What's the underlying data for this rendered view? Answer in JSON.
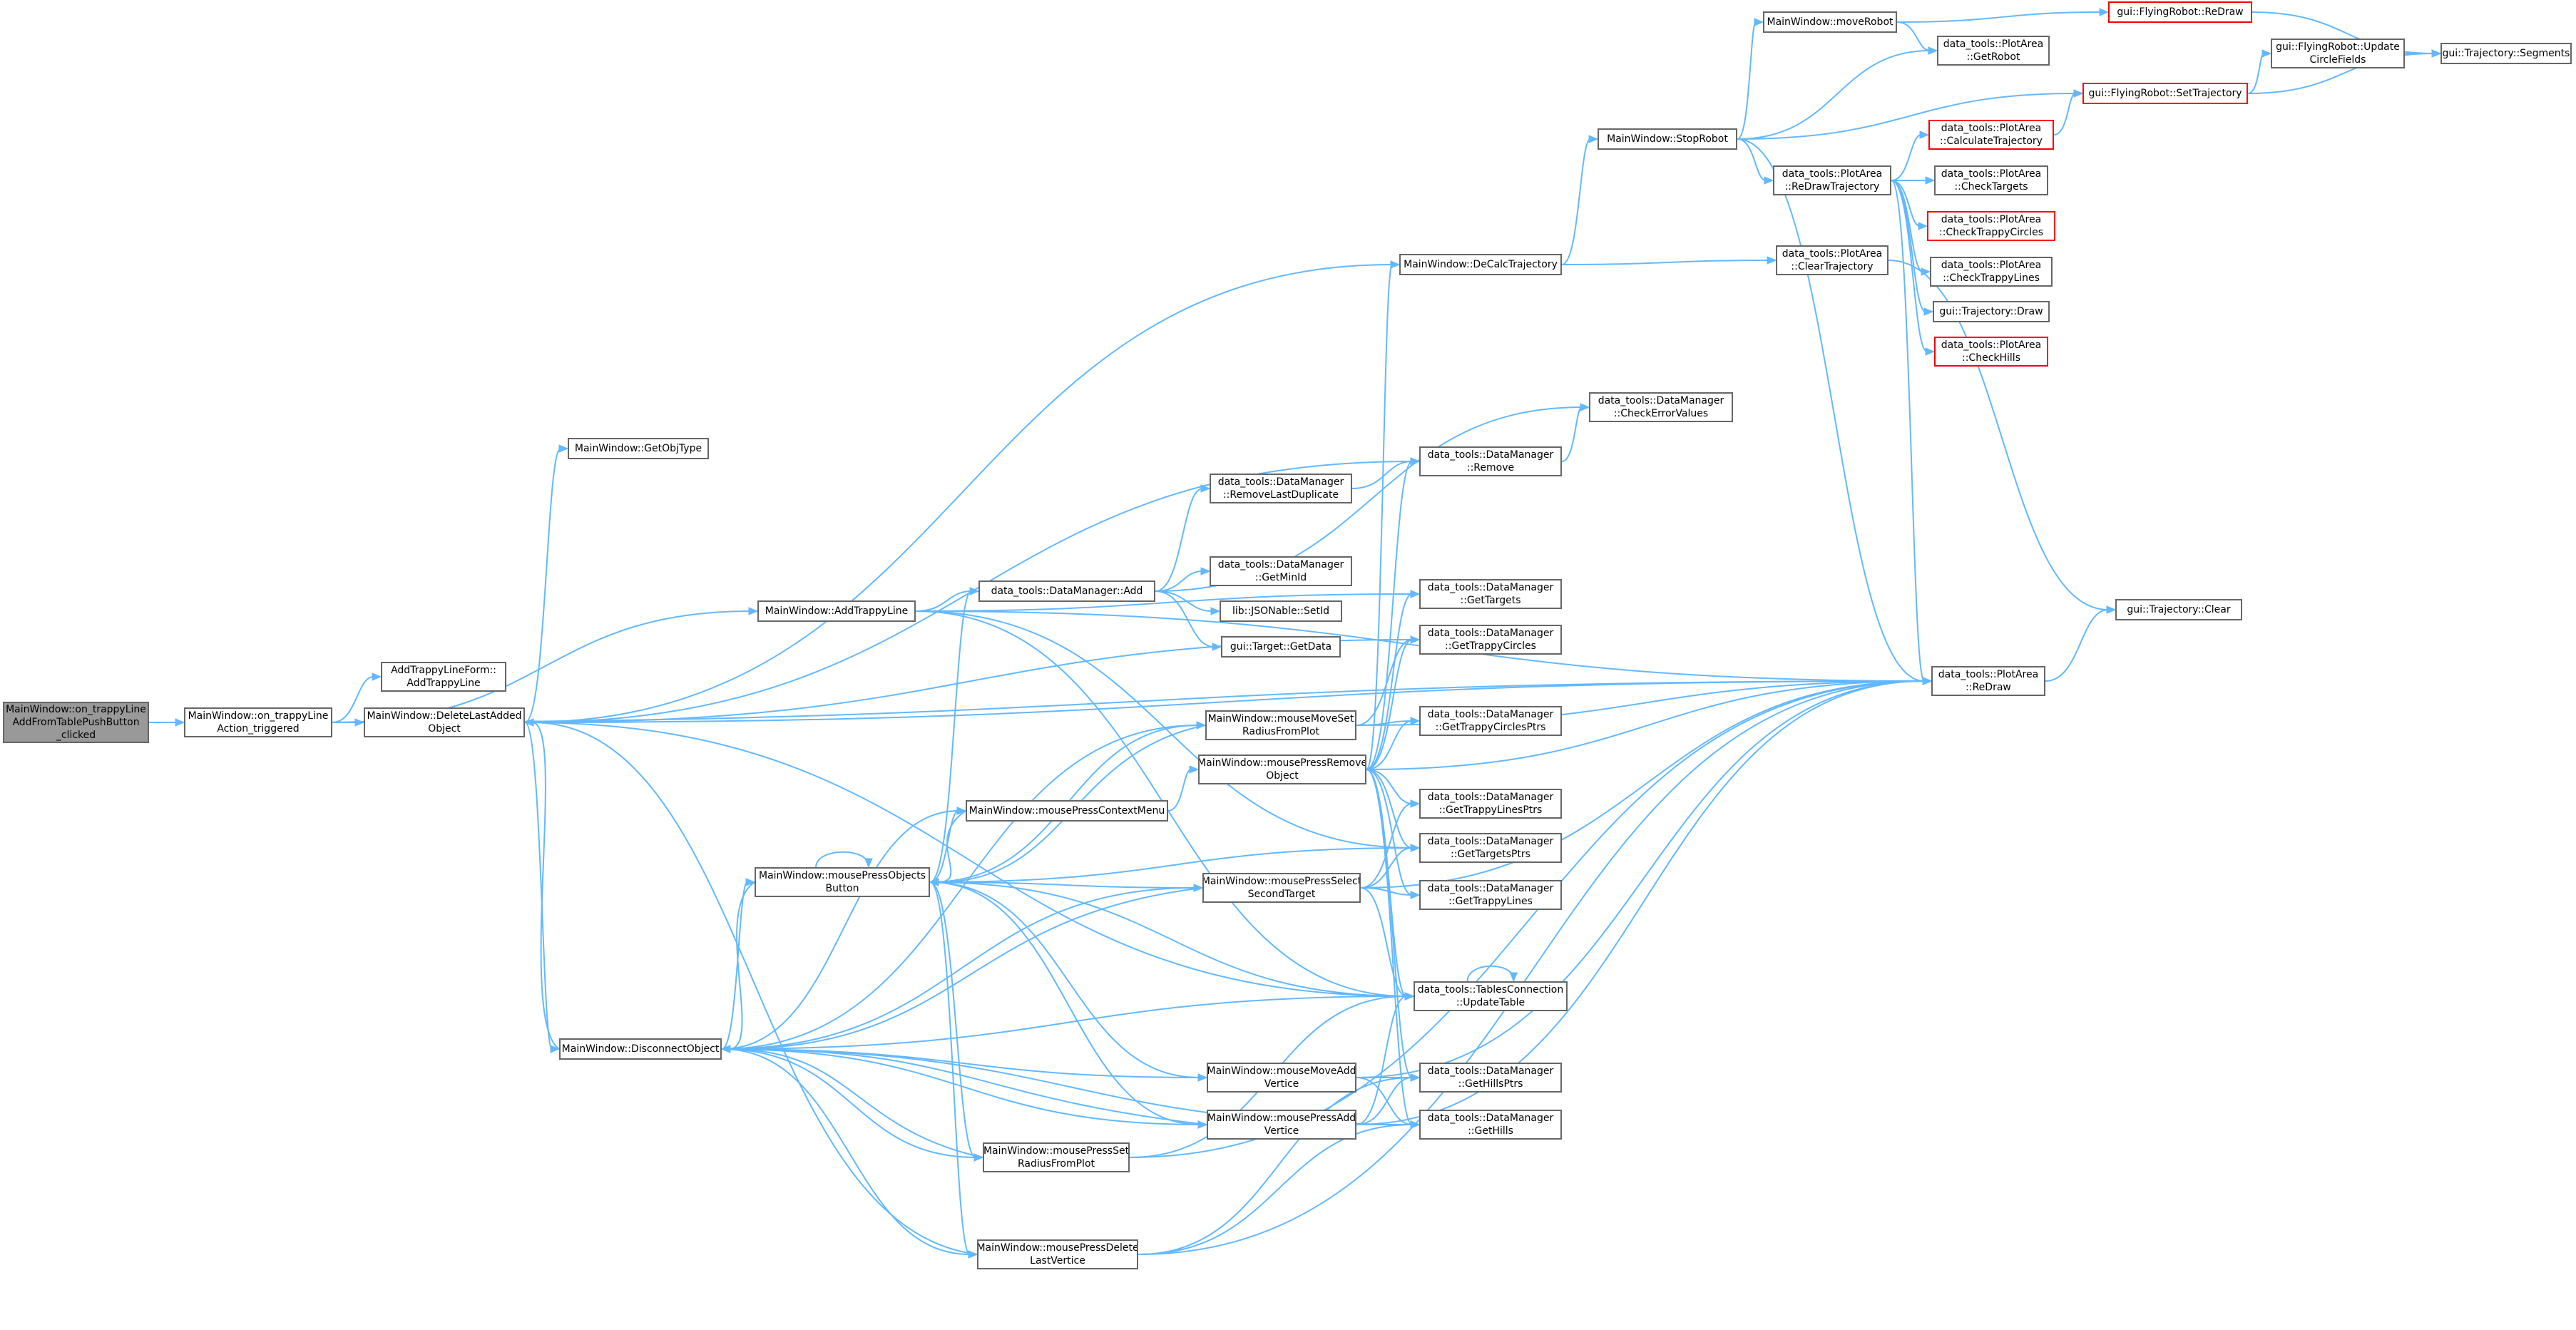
{
  "colors": {
    "edge": "#63b8ff",
    "node_border": "#666666",
    "node_fill": "#ffffff",
    "root_fill": "#999999",
    "warn_border": "#ff0000"
  },
  "nodes": [
    {
      "id": "root",
      "lines": [
        "MainWindow::on_trappyLine",
        "AddFromTablePushButton",
        "_clicked"
      ],
      "style": "root"
    },
    {
      "id": "on_trappy",
      "lines": [
        "MainWindow::on_trappyLine",
        "Action_triggered"
      ]
    },
    {
      "id": "addform",
      "lines": [
        "AddTrappyLineForm::",
        "AddTrappyLine"
      ]
    },
    {
      "id": "deletelast",
      "lines": [
        "MainWindow::DeleteLastAdded",
        "Object"
      ]
    },
    {
      "id": "getobjtype",
      "lines": [
        "MainWindow::GetObjType"
      ]
    },
    {
      "id": "addtrappy",
      "lines": [
        "MainWindow::AddTrappyLine"
      ]
    },
    {
      "id": "dmadd",
      "lines": [
        "data_tools::DataManager::Add"
      ]
    },
    {
      "id": "removelastdup",
      "lines": [
        "data_tools::DataManager",
        "::RemoveLastDuplicate"
      ]
    },
    {
      "id": "getminid",
      "lines": [
        "data_tools::DataManager",
        "::GetMinId"
      ]
    },
    {
      "id": "setid",
      "lines": [
        "lib::JSONable::SetId"
      ]
    },
    {
      "id": "targetgetdata",
      "lines": [
        "gui::Target::GetData"
      ]
    },
    {
      "id": "decalc",
      "lines": [
        "MainWindow::DeCalcTrajectory"
      ]
    },
    {
      "id": "stoprobot",
      "lines": [
        "MainWindow::StopRobot"
      ]
    },
    {
      "id": "moverobot",
      "lines": [
        "MainWindow::moveRobot"
      ]
    },
    {
      "id": "getrobot",
      "lines": [
        "data_tools::PlotArea",
        "::GetRobot"
      ]
    },
    {
      "id": "frredraw",
      "lines": [
        "gui::FlyingRobot::ReDraw"
      ],
      "style": "red"
    },
    {
      "id": "frsettraj",
      "lines": [
        "gui::FlyingRobot::SetTrajectory"
      ],
      "style": "red"
    },
    {
      "id": "frupdate",
      "lines": [
        "gui::FlyingRobot::Update",
        "CircleFields"
      ]
    },
    {
      "id": "trajsegments",
      "lines": [
        "gui::Trajectory::Segments"
      ]
    },
    {
      "id": "redrawtraj",
      "lines": [
        "data_tools::PlotArea",
        "::ReDrawTrajectory"
      ]
    },
    {
      "id": "calctraj",
      "lines": [
        "data_tools::PlotArea",
        "::CalculateTrajectory"
      ],
      "style": "red"
    },
    {
      "id": "checktargets",
      "lines": [
        "data_tools::PlotArea",
        "::CheckTargets"
      ]
    },
    {
      "id": "checktrappycircles",
      "lines": [
        "data_tools::PlotArea",
        "::CheckTrappyCircles"
      ],
      "style": "red"
    },
    {
      "id": "checktrappylines",
      "lines": [
        "data_tools::PlotArea",
        "::CheckTrappyLines"
      ]
    },
    {
      "id": "trajdraw",
      "lines": [
        "gui::Trajectory::Draw"
      ]
    },
    {
      "id": "checkhills",
      "lines": [
        "data_tools::PlotArea",
        "::CheckHills"
      ],
      "style": "red"
    },
    {
      "id": "cleartraj",
      "lines": [
        "data_tools::PlotArea",
        "::ClearTrajectory"
      ]
    },
    {
      "id": "trajclear",
      "lines": [
        "gui::Trajectory::Clear"
      ]
    },
    {
      "id": "plotredraw",
      "lines": [
        "data_tools::PlotArea",
        "::ReDraw"
      ]
    },
    {
      "id": "checkerror",
      "lines": [
        "data_tools::DataManager",
        "::CheckErrorValues"
      ]
    },
    {
      "id": "dmremove",
      "lines": [
        "data_tools::DataManager",
        "::Remove"
      ]
    },
    {
      "id": "gettargets",
      "lines": [
        "data_tools::DataManager",
        "::GetTargets"
      ]
    },
    {
      "id": "gettrappycircles",
      "lines": [
        "data_tools::DataManager",
        "::GetTrappyCircles"
      ]
    },
    {
      "id": "gettrappycirclesptrs",
      "lines": [
        "data_tools::DataManager",
        "::GetTrappyCirclesPtrs"
      ]
    },
    {
      "id": "gettrappylinesptrs",
      "lines": [
        "data_tools::DataManager",
        "::GetTrappyLinesPtrs"
      ]
    },
    {
      "id": "gettargetsptrs",
      "lines": [
        "data_tools::DataManager",
        "::GetTargetsPtrs"
      ]
    },
    {
      "id": "gettrappylines",
      "lines": [
        "data_tools::DataManager",
        "::GetTrappyLines"
      ]
    },
    {
      "id": "updatetable",
      "lines": [
        "data_tools::TablesConnection",
        "::UpdateTable"
      ]
    },
    {
      "id": "gethillsptrs",
      "lines": [
        "data_tools::DataManager",
        "::GetHillsPtrs"
      ]
    },
    {
      "id": "gethills",
      "lines": [
        "data_tools::DataManager",
        "::GetHills"
      ]
    },
    {
      "id": "mousemoveset",
      "lines": [
        "MainWindow::mouseMoveSet",
        "RadiusFromPlot"
      ]
    },
    {
      "id": "mousepressremove",
      "lines": [
        "MainWindow::mousePressRemove",
        "Object"
      ]
    },
    {
      "id": "mousecontext",
      "lines": [
        "MainWindow::mousePressContextMenu"
      ]
    },
    {
      "id": "mousepressobjects",
      "lines": [
        "MainWindow::mousePressObjects",
        "Button"
      ]
    },
    {
      "id": "mouseselectsecond",
      "lines": [
        "MainWindow::mousePressSelect",
        "SecondTarget"
      ]
    },
    {
      "id": "disconnect",
      "lines": [
        "MainWindow::DisconnectObject"
      ]
    },
    {
      "id": "mousemoveadd",
      "lines": [
        "MainWindow::mouseMoveAdd",
        "Vertice"
      ]
    },
    {
      "id": "mousepressadd",
      "lines": [
        "MainWindow::mousePressAdd",
        "Vertice"
      ]
    },
    {
      "id": "mousepressset",
      "lines": [
        "MainWindow::mousePressSet",
        "RadiusFromPlot"
      ]
    },
    {
      "id": "mousepressdelete",
      "lines": [
        "MainWindow::mousePressDelete",
        "LastVertice"
      ]
    }
  ],
  "edges": [
    [
      "root",
      "on_trappy"
    ],
    [
      "on_trappy",
      "addform"
    ],
    [
      "on_trappy",
      "deletelast"
    ],
    [
      "on_trappy",
      "addtrappy"
    ],
    [
      "on_trappy",
      "plotredraw"
    ],
    [
      "deletelast",
      "getobjtype"
    ],
    [
      "deletelast",
      "decalc"
    ],
    [
      "deletelast",
      "dmremove"
    ],
    [
      "deletelast",
      "gettrappycircles"
    ],
    [
      "deletelast",
      "plotredraw"
    ],
    [
      "deletelast",
      "updatetable"
    ],
    [
      "deletelast",
      "disconnect"
    ],
    [
      "addtrappy",
      "dmadd"
    ],
    [
      "addtrappy",
      "gettargets"
    ],
    [
      "addtrappy",
      "plotredraw"
    ],
    [
      "addtrappy",
      "gettargetsptrs"
    ],
    [
      "addtrappy",
      "updatetable"
    ],
    [
      "dmadd",
      "checkerror"
    ],
    [
      "dmadd",
      "removelastdup"
    ],
    [
      "dmadd",
      "getminid"
    ],
    [
      "dmadd",
      "setid"
    ],
    [
      "dmadd",
      "targetgetdata"
    ],
    [
      "removelastdup",
      "dmremove"
    ],
    [
      "dmremove",
      "checkerror"
    ],
    [
      "decalc",
      "stoprobot"
    ],
    [
      "decalc",
      "cleartraj"
    ],
    [
      "stoprobot",
      "moverobot"
    ],
    [
      "stoprobot",
      "getrobot"
    ],
    [
      "stoprobot",
      "frsettraj"
    ],
    [
      "stoprobot",
      "redrawtraj"
    ],
    [
      "stoprobot",
      "plotredraw"
    ],
    [
      "moverobot",
      "getrobot"
    ],
    [
      "moverobot",
      "frredraw"
    ],
    [
      "frredraw",
      "trajsegments"
    ],
    [
      "frsettraj",
      "frupdate"
    ],
    [
      "frsettraj",
      "trajsegments"
    ],
    [
      "frupdate",
      "trajsegments"
    ],
    [
      "redrawtraj",
      "calctraj"
    ],
    [
      "redrawtraj",
      "checktargets"
    ],
    [
      "redrawtraj",
      "checktrappycircles"
    ],
    [
      "redrawtraj",
      "checktrappylines"
    ],
    [
      "redrawtraj",
      "trajdraw"
    ],
    [
      "redrawtraj",
      "checkhills"
    ],
    [
      "redrawtraj",
      "plotredraw"
    ],
    [
      "calctraj",
      "frsettraj"
    ],
    [
      "cleartraj",
      "trajclear"
    ],
    [
      "plotredraw",
      "trajclear"
    ],
    [
      "disconnect",
      "mousemoveset"
    ],
    [
      "disconnect",
      "mousecontext"
    ],
    [
      "disconnect",
      "mousepressobjects"
    ],
    [
      "disconnect",
      "mouseselectsecond"
    ],
    [
      "disconnect",
      "updatetable"
    ],
    [
      "disconnect",
      "mousemoveadd"
    ],
    [
      "disconnect",
      "mousepressadd"
    ],
    [
      "disconnect",
      "mousepressset"
    ],
    [
      "disconnect",
      "mousepressdelete"
    ],
    [
      "disconnect",
      "deletelast"
    ],
    [
      "disconnect",
      "gethills"
    ],
    [
      "mousepressobjects",
      "dmadd"
    ],
    [
      "mousepressobjects",
      "mousemoveset"
    ],
    [
      "mousepressobjects",
      "mousecontext"
    ],
    [
      "mousepressobjects",
      "mouseselectsecond"
    ],
    [
      "mousepressobjects",
      "gettargetsptrs"
    ],
    [
      "mousepressobjects",
      "updatetable"
    ],
    [
      "mousepressobjects",
      "mousemoveadd"
    ],
    [
      "mousepressobjects",
      "mousepressadd"
    ],
    [
      "mousepressobjects",
      "mousepressset"
    ],
    [
      "mousepressobjects",
      "mousepressdelete"
    ],
    [
      "mousepressobjects",
      "disconnect"
    ],
    [
      "mousepressobjects",
      "mousepressobjects"
    ],
    [
      "mousecontext",
      "mousepressremove"
    ],
    [
      "mousecontext",
      "mousepressobjects"
    ],
    [
      "mousemoveset",
      "gettrappycircles"
    ],
    [
      "mousemoveset",
      "gettrappycirclesptrs"
    ],
    [
      "mousemoveset",
      "plotredraw"
    ],
    [
      "mousemoveset",
      "mousepressobjects"
    ],
    [
      "mousepressremove",
      "decalc"
    ],
    [
      "mousepressremove",
      "dmremove"
    ],
    [
      "mousepressremove",
      "gettargets"
    ],
    [
      "mousepressremove",
      "gettrappycircles"
    ],
    [
      "mousepressremove",
      "gettrappycirclesptrs"
    ],
    [
      "mousepressremove",
      "plotredraw"
    ],
    [
      "mousepressremove",
      "gettrappylinesptrs"
    ],
    [
      "mousepressremove",
      "gettargetsptrs"
    ],
    [
      "mousepressremove",
      "gettrappylines"
    ],
    [
      "mousepressremove",
      "updatetable"
    ],
    [
      "mousepressremove",
      "gethillsptrs"
    ],
    [
      "mousepressremove",
      "gethills"
    ],
    [
      "mouseselectsecond",
      "gettrappylinesptrs"
    ],
    [
      "mouseselectsecond",
      "gettargetsptrs"
    ],
    [
      "mouseselectsecond",
      "gettrappylines"
    ],
    [
      "mouseselectsecond",
      "updatetable"
    ],
    [
      "mouseselectsecond",
      "plotredraw"
    ],
    [
      "mouseselectsecond",
      "disconnect"
    ],
    [
      "mousemoveadd",
      "gethillsptrs"
    ],
    [
      "mousemoveadd",
      "gethills"
    ],
    [
      "mousemoveadd",
      "plotredraw"
    ],
    [
      "mousepressadd",
      "gethillsptrs"
    ],
    [
      "mousepressadd",
      "gethills"
    ],
    [
      "mousepressadd",
      "updatetable"
    ],
    [
      "mousepressadd",
      "plotredraw"
    ],
    [
      "mousepressadd",
      "disconnect"
    ],
    [
      "mousepressset",
      "updatetable"
    ],
    [
      "mousepressset",
      "plotredraw"
    ],
    [
      "mousepressset",
      "disconnect"
    ],
    [
      "mousepressdelete",
      "gethillsptrs"
    ],
    [
      "mousepressdelete",
      "gethills"
    ],
    [
      "mousepressdelete",
      "plotredraw"
    ],
    [
      "mousepressdelete",
      "deletelast"
    ],
    [
      "updatetable",
      "updatetable"
    ]
  ]
}
